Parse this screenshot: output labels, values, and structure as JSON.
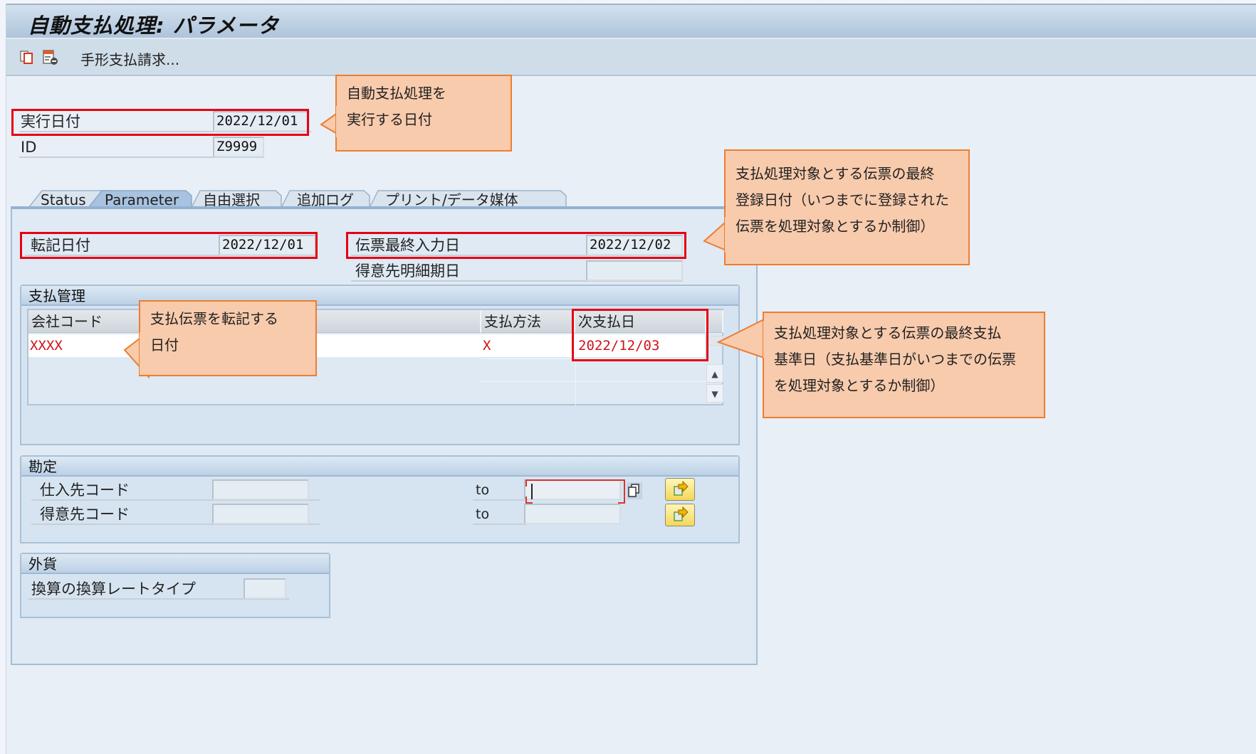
{
  "window": {
    "title": "自動支払処理: パラメータ"
  },
  "toolbar": {
    "icons": [
      "copy-icon",
      "delete-layout-icon"
    ],
    "bill_button_label": "手形支払請求..."
  },
  "header_fields": {
    "run_date": {
      "label": "実行日付",
      "value": "2022/12/01"
    },
    "id": {
      "label": "ID",
      "value": "Z9999"
    }
  },
  "tabs": [
    {
      "label": "Status",
      "active": false
    },
    {
      "label": "Parameter",
      "active": true
    },
    {
      "label": "自由選択",
      "active": false
    },
    {
      "label": "追加ログ",
      "active": false
    },
    {
      "label": "プリント/データ媒体",
      "active": false
    }
  ],
  "parameter": {
    "posting_date": {
      "label": "転記日付",
      "value": "2022/12/01"
    },
    "docs_entered_up_to": {
      "label": "伝票最終入力日",
      "value": "2022/12/02"
    },
    "customer_items_due_by": {
      "label": "得意先明細期日",
      "value": ""
    }
  },
  "payment_control": {
    "title": "支払管理",
    "columns": [
      "会社コード",
      "支払方法",
      "次支払日"
    ],
    "rows": [
      {
        "company_code": "XXXX",
        "payment_methods": "X",
        "next_payment_date": "2022/12/03"
      }
    ],
    "scroll_up": "▲",
    "scroll_down": "▼"
  },
  "accounts": {
    "title": "勘定",
    "rows": [
      {
        "label": "仕入先コード",
        "from": "",
        "to_label": "to",
        "to": ""
      },
      {
        "label": "得意先コード",
        "from": "",
        "to_label": "to",
        "to": ""
      }
    ]
  },
  "foreign_currency": {
    "title": "外貨",
    "exchange_rate_type": {
      "label": "換算の換算レートタイプ",
      "value": ""
    }
  },
  "annotations": {
    "run_date": [
      "自動支払処理を",
      "実行する日付"
    ],
    "docs_entered_up_to": [
      "支払処理対象とする伝票の最終",
      "登録日付（いつまでに登録された",
      "伝票を処理対象とするか制御）"
    ],
    "posting_date": [
      "支払伝票を転記する",
      "日付"
    ],
    "next_payment_date": [
      "支払処理対象とする伝票の最終支払",
      "基準日（支払基準日がいつまでの伝票",
      "を処理対象とするか制御）"
    ]
  },
  "colors": {
    "highlight_border": "#e60012",
    "callout_fill": "#f8cbad",
    "callout_border": "#ed7d31",
    "table_value_text": "#d0121b"
  }
}
